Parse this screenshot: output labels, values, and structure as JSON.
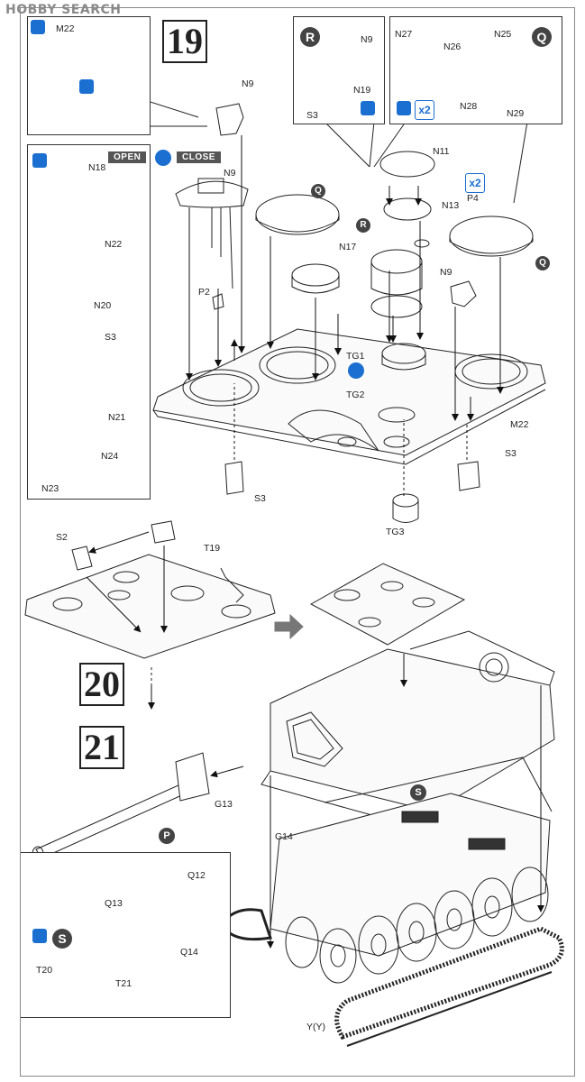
{
  "watermark": "HOBBY SEARCH",
  "steps": {
    "s19": "19",
    "s20": "20",
    "s21": "21"
  },
  "markers": {
    "R": "R",
    "Q": "Q",
    "S": "S",
    "P": "P"
  },
  "x2": "x2",
  "open_label": "OPEN",
  "close_label": "CLOSE",
  "parts": {
    "M22_inset": "M22",
    "N9_top": "N9",
    "N19": "N19",
    "S3_r": "S3",
    "N27": "N27",
    "N26": "N26",
    "N25": "N25",
    "N28": "N28",
    "N29": "N29",
    "N18": "N18",
    "N22": "N22",
    "N20": "N20",
    "S3_open": "S3",
    "N21": "N21",
    "N24": "N24",
    "N23": "N23",
    "N9_close": "N9",
    "N11": "N11",
    "N13": "N13",
    "P4": "P4",
    "N17": "N17",
    "P2": "P2",
    "N9_mid": "N9",
    "TG1": "TG1",
    "TG2": "TG2",
    "M22": "M22",
    "S3_low": "S3",
    "S3_right": "S3",
    "TG3": "TG3",
    "S2": "S2",
    "T19": "T19",
    "G13": "G13",
    "G14": "G14",
    "Q12": "Q12",
    "Q13": "Q13",
    "Q14": "Q14",
    "T20": "T20",
    "T21": "T21",
    "YY": "Y(Y)"
  },
  "colors": {
    "accent": "#1a6fd0",
    "line": "#222222",
    "marker": "#444444"
  },
  "icons": [
    "tool-icon",
    "close-toggle-icon",
    "x2-icon"
  ]
}
